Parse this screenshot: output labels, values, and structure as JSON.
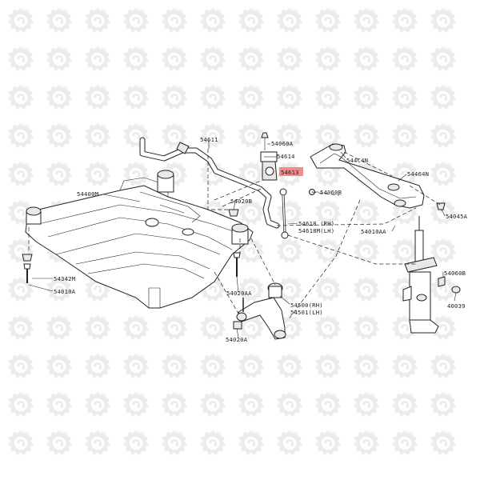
{
  "diagram": {
    "watermark_icon": "gear-wrench-logo",
    "highlight_color": "#f28b8b",
    "labels": {
      "p54611": "54611",
      "p54060A": "54060A",
      "p54614": "54614",
      "p54613": "54613",
      "p544C4N": "544C4N",
      "p54464N": "54464N",
      "p54400M": "54400M",
      "p54020B": "54020B",
      "p54060B_top": "54060B",
      "p54618": "54618 (RH)",
      "p54618M": "54618M(LH)",
      "p54010AA": "54010AA",
      "p54045A": "54045A",
      "p54342M": "54342M",
      "p54010A": "54010A",
      "p54020AA": "54020AA",
      "p54500": "54500(RH)",
      "p54501": "54501(LH)",
      "p54020A": "54020A",
      "p54060B_right": "54060B",
      "p40039": "40039"
    }
  }
}
